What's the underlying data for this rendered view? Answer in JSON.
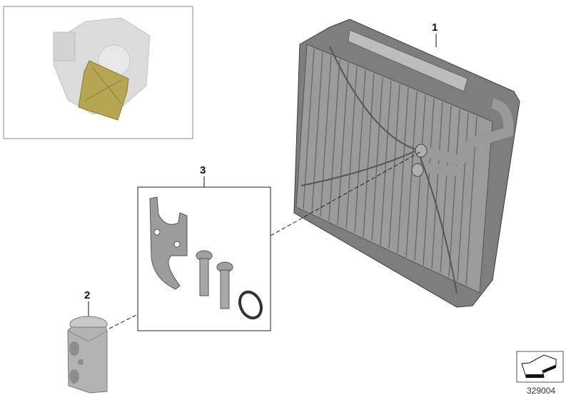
{
  "diagram": {
    "type": "exploded-parts-diagram",
    "subject": "A/C evaporator with expansion valve and mounting kit",
    "callouts": [
      {
        "id": "1",
        "label": "1",
        "part": "evaporator"
      },
      {
        "id": "2",
        "label": "2",
        "part": "expansion-valve"
      },
      {
        "id": "3",
        "label": "3",
        "part": "mounting-kit (bracket, 2 screws, o-ring)"
      }
    ],
    "inset": {
      "description": "HVAC housing location view with evaporator highlighted",
      "highlight_color": "#b6a552"
    },
    "reference_number": "329004",
    "colors": {
      "part_gray": "#8c8c8c",
      "part_light": "#c8c8c8",
      "frame_dark": "#5a5a5a",
      "line": "#222222"
    }
  }
}
